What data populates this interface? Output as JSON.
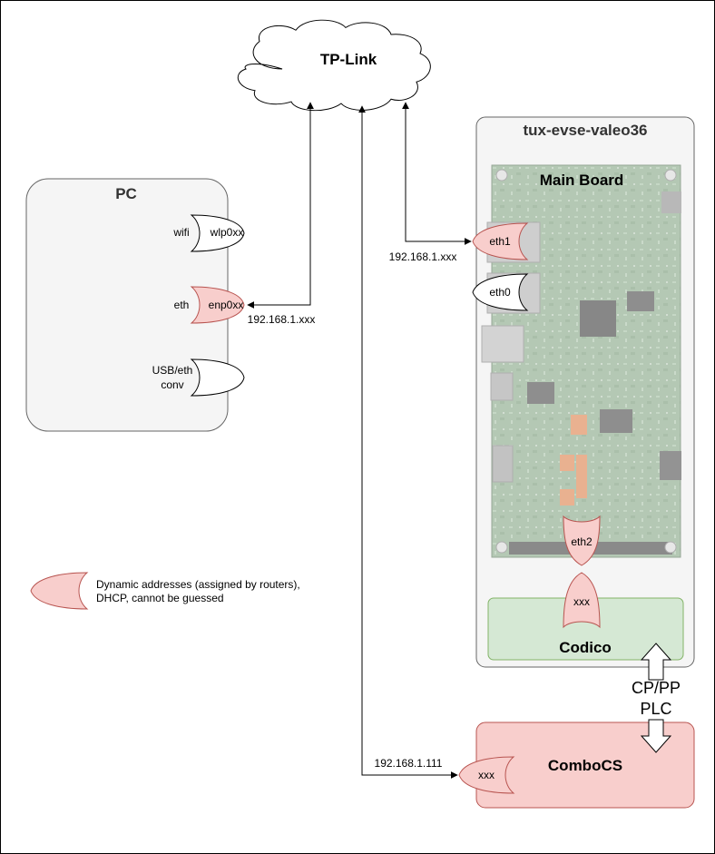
{
  "cloud": {
    "label": "TP-Link"
  },
  "pc": {
    "title": "PC",
    "ports": [
      {
        "side_label": "wifi",
        "port_label": "wlp0xx",
        "dynamic": false
      },
      {
        "side_label": "eth",
        "port_label": "enp0xx",
        "dynamic": true
      },
      {
        "side_label": "USB/eth\nconv",
        "port_label": "",
        "dynamic": false
      }
    ],
    "pc_ip": "192.168.1.xxx"
  },
  "evse": {
    "title": "tux-evse-valeo36",
    "board_label": "Main Board",
    "ports": {
      "eth1": "eth1",
      "eth0": "eth0",
      "eth2": "eth2"
    },
    "eth1_ip": "192.168.1.xxx",
    "codico": {
      "label": "Codico",
      "port_label": "xxx"
    }
  },
  "link": {
    "label_line1": "CP/PP",
    "label_line2": "PLC"
  },
  "combocs": {
    "label": "ComboCS",
    "port_label": "xxx",
    "ip": "192.168.1.111"
  },
  "legend": {
    "text_line1": "Dynamic addresses (assigned by routers),",
    "text_line2": "DHCP, cannot be guessed"
  },
  "colors": {
    "dynamic_fill": "#f8cecc",
    "dynamic_stroke": "#b85450",
    "container_fill": "#f5f5f5",
    "container_stroke": "#666666",
    "codico_fill": "#d5e8d4",
    "codico_stroke": "#82b366",
    "board_green": "#5a8a5a"
  }
}
